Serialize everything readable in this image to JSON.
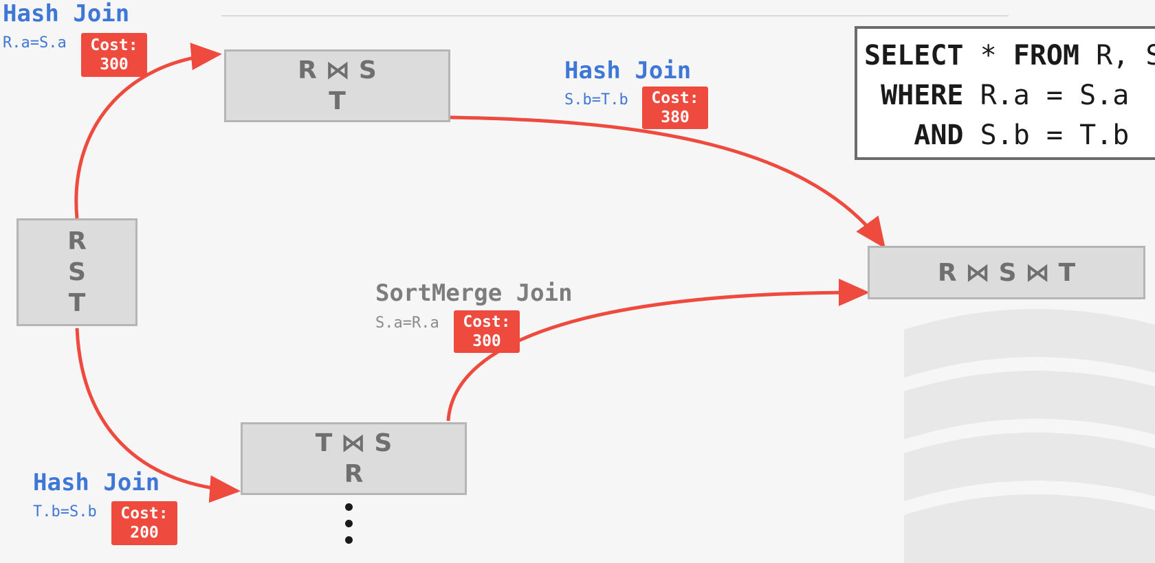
{
  "nodes": {
    "start": [
      "R",
      "S",
      "T"
    ],
    "rs_t": [
      "R ⋈ S",
      "T"
    ],
    "ts_r": [
      "T ⋈ S",
      "R"
    ],
    "final": [
      "R ⋈ S ⋈ T"
    ]
  },
  "edges": {
    "hash_rs": {
      "title": "Hash Join",
      "predicate": "R.a=S.a",
      "cost_label": "Cost:",
      "cost_value": "300"
    },
    "hash_st": {
      "title": "Hash Join",
      "predicate": "S.b=T.b",
      "cost_label": "Cost:",
      "cost_value": "380"
    },
    "sortmerge_sr": {
      "title": "SortMerge Join",
      "predicate": "S.a=R.a",
      "cost_label": "Cost:",
      "cost_value": "300"
    },
    "hash_ts": {
      "title": "Hash Join",
      "predicate": "T.b=S.b",
      "cost_label": "Cost:",
      "cost_value": "200"
    }
  },
  "sql": {
    "line1_kw1": "SELECT",
    "line1_rest1": " * ",
    "line1_kw2": "FROM",
    "line1_rest2": " R, S, T",
    "line2_kw": "WHERE",
    "line2_rest": " R.a = S.a",
    "line3_kw": "AND",
    "line3_rest": " S.b = T.b"
  },
  "colors": {
    "arrow": "#ef4a3e",
    "hash_join_text": "#3f77d6",
    "sortmerge_text": "#7d7d7d",
    "cost_badge": "#ef4a3e",
    "box_fill": "#dcdcdc"
  }
}
